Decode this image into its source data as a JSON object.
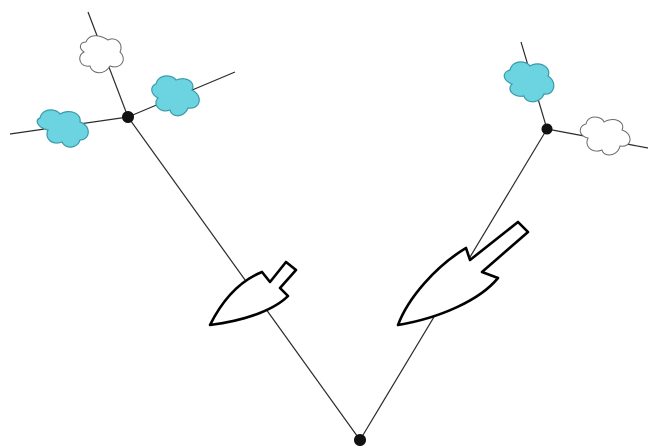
{
  "diagram": {
    "type": "phylogenetic-tree",
    "colors": {
      "background": "#ffffff",
      "branch": "#2a2a2a",
      "node": "#111111",
      "filled_tip": "#6cd3e0",
      "empty_tip": "#ffffff",
      "event_marker": "#000000"
    },
    "tips_left_clade": [
      {
        "id": "tip-left-top",
        "state": "empty"
      },
      {
        "id": "tip-left-upper-right",
        "state": "filled"
      },
      {
        "id": "tip-left-lower-left",
        "state": "filled"
      }
    ],
    "tips_right_clade": [
      {
        "id": "tip-right-top",
        "state": "filled"
      },
      {
        "id": "tip-right-lower",
        "state": "empty"
      }
    ],
    "event_markers": [
      {
        "id": "trowel-left",
        "icon": "trowel-icon",
        "size": "small"
      },
      {
        "id": "trowel-right",
        "icon": "trowel-icon",
        "size": "large"
      }
    ]
  }
}
